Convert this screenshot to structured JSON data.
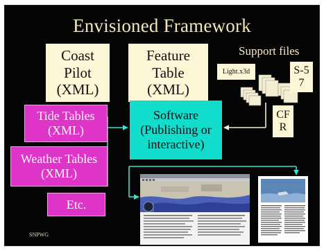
{
  "slide": {
    "title": "Envisioned Framework",
    "footer": "SNPWG"
  },
  "top_boxes": [
    {
      "lines": [
        "Coast",
        "Pilot",
        "(XML)"
      ]
    },
    {
      "lines": [
        "Feature",
        "Table",
        "(XML)"
      ]
    }
  ],
  "support": {
    "title": "Support files",
    "files": [
      {
        "label": "Light.x3d"
      },
      {
        "lines": [
          "S-5",
          "7"
        ]
      },
      {
        "lines": [
          "CF",
          "R"
        ]
      }
    ]
  },
  "left_boxes": [
    {
      "lines": [
        "Tide Tables",
        "(XML)"
      ]
    },
    {
      "lines": [
        "Weather Tables",
        "(XML)"
      ]
    },
    {
      "lines": [
        "Etc."
      ]
    }
  ],
  "software": {
    "lines": [
      "Software",
      "(Publishing or",
      "interactive)"
    ]
  },
  "colors": {
    "background": "#050505",
    "title": "#f1e7b8",
    "cream_box": "#fbf7d6",
    "magenta_box": "#de35c8",
    "software_box": "#12dccc",
    "arrow": "#2ee6d0",
    "cream_arrow": "#f4efd2"
  }
}
